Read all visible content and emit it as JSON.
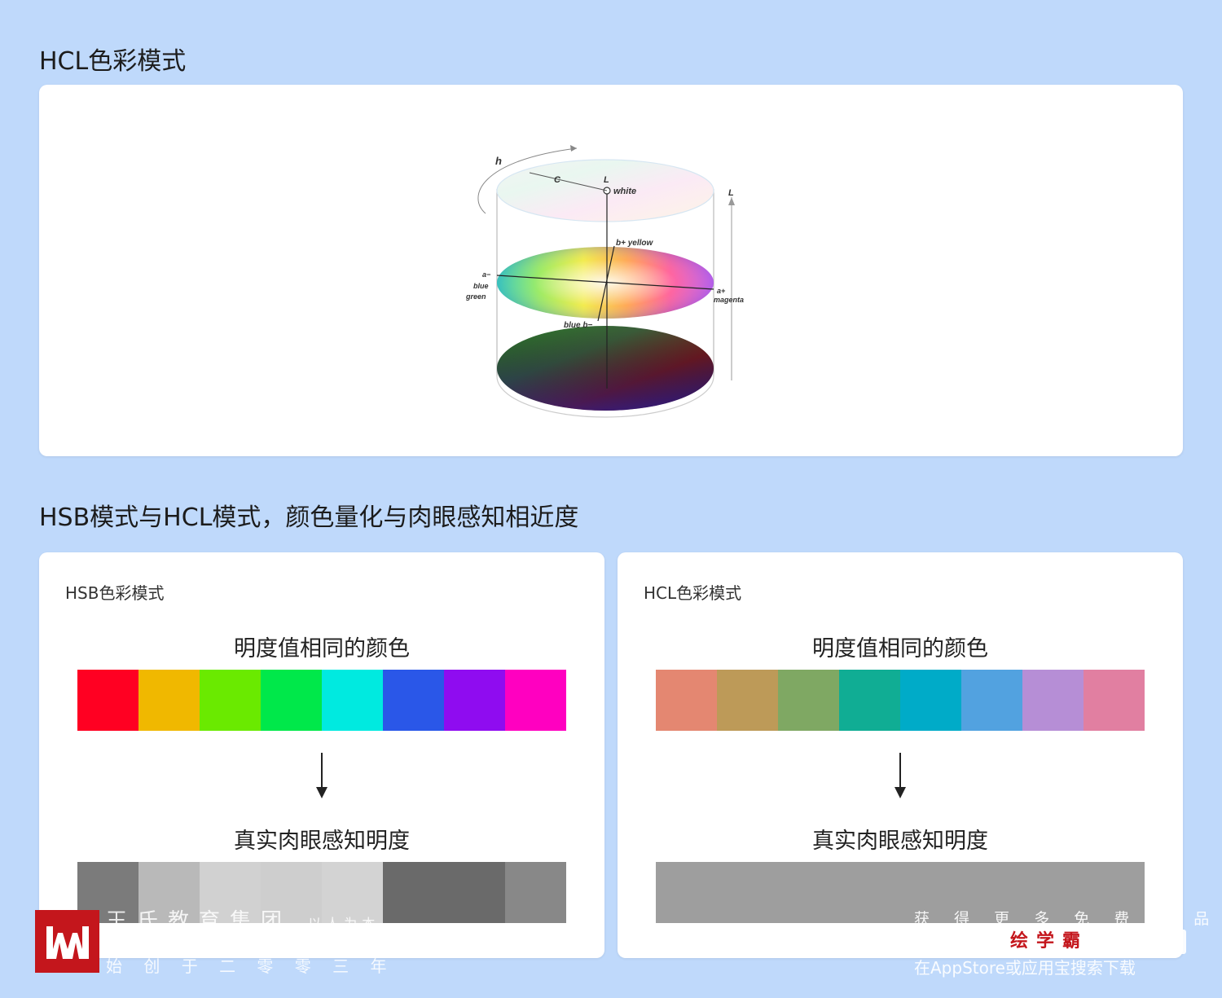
{
  "sections": {
    "top_title": "HCL色彩模式",
    "compare_title": "HSB模式与HCL模式，颜色量化与肉眼感知相近度"
  },
  "diagram": {
    "labels": {
      "h": "h",
      "c": "C",
      "l_top": "L",
      "white": "white",
      "l_axis": "L",
      "b_plus": "b+ yellow",
      "a_minus_1": "a−",
      "a_minus_2": "blue",
      "a_minus_3": "green",
      "a_plus_1": "a+",
      "a_plus_2": "magenta",
      "b_minus": "blue  b−"
    }
  },
  "panels": {
    "hsb": {
      "label": "HSB色彩模式",
      "top_caption": "明度值相同的颜色",
      "bottom_caption": "真实肉眼感知明度",
      "colors": [
        "#ff0022",
        "#f0b800",
        "#6aea00",
        "#00e84a",
        "#00eae0",
        "#2a57e8",
        "#8f0cf0",
        "#ff00c0"
      ],
      "grays": [
        "#7b7b7b",
        "#b9b9b9",
        "#d1d1d1",
        "#cecece",
        "#d3d3d3",
        "#6a6a6a",
        "#6a6a6a",
        "#888888"
      ]
    },
    "hcl": {
      "label": "HCL色彩模式",
      "top_caption": "明度值相同的颜色",
      "bottom_caption": "真实肉眼感知明度",
      "colors": [
        "#e48771",
        "#bd9a58",
        "#7fa863",
        "#10ad94",
        "#00abc8",
        "#52a2e0",
        "#b68ed6",
        "#e17fa1"
      ],
      "grays": [
        "#9e9e9e",
        "#9e9e9e",
        "#9e9e9e",
        "#9e9e9e",
        "#9e9e9e",
        "#9e9e9e",
        "#9e9e9e",
        "#9e9e9e"
      ]
    }
  },
  "watermark": {
    "left_line1": "王氏教育集团",
    "left_line1_small": "以人为本",
    "left_line2": "始 创 于 二 零 零 三 年",
    "right_line1": "获 得 更 多 免 费 精 品 课 程",
    "right_badge": "绘学霸",
    "right_line2": "在AppStore或应用宝搜索下载"
  },
  "colors": {
    "background": "#bfd9fb",
    "card": "#ffffff",
    "watermark_red": "#c4161c"
  }
}
